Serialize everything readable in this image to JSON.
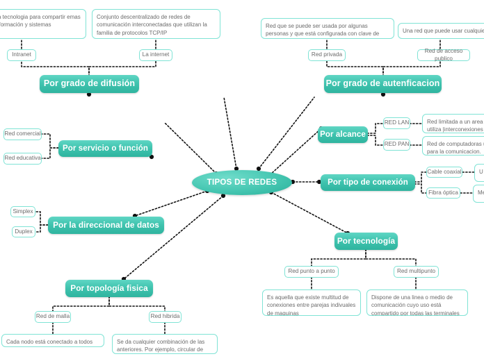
{
  "diagram": {
    "title": "TIPOS DE REDES",
    "type": "mind-map",
    "colors": {
      "branch_fill": "#3fc3ae",
      "branch_text": "#ffffff",
      "leaf_border": "#7fe3d5",
      "leaf_text": "#6b6b6b",
      "center_fill": "#45c6b1",
      "edge": "#111111",
      "background": "#ffffff"
    }
  },
  "center": {
    "label": "TIPOS DE REDES"
  },
  "branches": {
    "difusion": {
      "label": "Por grado de difusión"
    },
    "autenticacion": {
      "label": "Por grado de autenficacion"
    },
    "servicio": {
      "label": "Por servicio o función"
    },
    "alcance": {
      "label": "Por alcance"
    },
    "conexion": {
      "label": "Por tipo de conexión"
    },
    "direccional": {
      "label": "Por la direccional de datos"
    },
    "tecnologia": {
      "label": "Por tecnología"
    },
    "topologia": {
      "label": "Por topología fisica"
    }
  },
  "leaves": {
    "intranet": {
      "label": "Intranet"
    },
    "la_internet": {
      "label": "La internet"
    },
    "red_privada": {
      "label": "Red privada"
    },
    "red_acceso_publico": {
      "label": "Red de acceso publico"
    },
    "red_comercial": {
      "label": "Red comercial"
    },
    "red_educativa": {
      "label": "Red educativa"
    },
    "red_lan": {
      "label": "RED LAN"
    },
    "red_pan": {
      "label": "RED PAN"
    },
    "cable_coaxial": {
      "label": "Cable coaxial"
    },
    "fibra_optica": {
      "label": "Fibra óptica"
    },
    "simplex": {
      "label": "Simplex"
    },
    "duplex": {
      "label": "Duplex"
    },
    "red_punto_a_punto": {
      "label": "Red punto a punto"
    },
    "red_multipunto": {
      "label": "Red multipunto"
    },
    "red_de_malla": {
      "label": "Red de malla"
    },
    "red_hibrida": {
      "label": "Red hibrida"
    }
  },
  "descriptions": {
    "intranet_desc": {
      "text": "utiliza tecnologia para compartir emas de información y sistemas"
    },
    "internet_desc": {
      "text": "Conjunto descentralizado de redes de comunicación interconectadas que utilizan la familia de protocolos TCP/IP"
    },
    "red_privada_desc": {
      "text": "Red que se puede ser usada por algunas personas y que está configurada con clave de acceso"
    },
    "red_publica_desc": {
      "text": "Una red que puede usar cualquier p"
    },
    "red_lan_desc": {
      "text": "Red limitada a un area pe utiliza |interconexiones pr"
    },
    "red_pan_desc": {
      "text": "Red de computadoras uti para la comunicacion."
    },
    "cable_coaxial_desc": {
      "text": "U el"
    },
    "fibra_optica_desc": {
      "text": "Me rec"
    },
    "punto_a_punto_desc": {
      "text": "Es aquella que existe multitud de conexiones entre parejas indivuales de maquinas"
    },
    "multipunto_desc": {
      "text": "Dispone de una linea o medio de comunicación cuyo uso está compartido por todas las terminales en la red"
    },
    "malla_desc": {
      "text": "Cada nodo está conectado a todos los otros"
    },
    "hibrida_desc": {
      "text": "Se da cualquier combinación de las anteriores. Por ejemplo, circular de estrella"
    }
  }
}
